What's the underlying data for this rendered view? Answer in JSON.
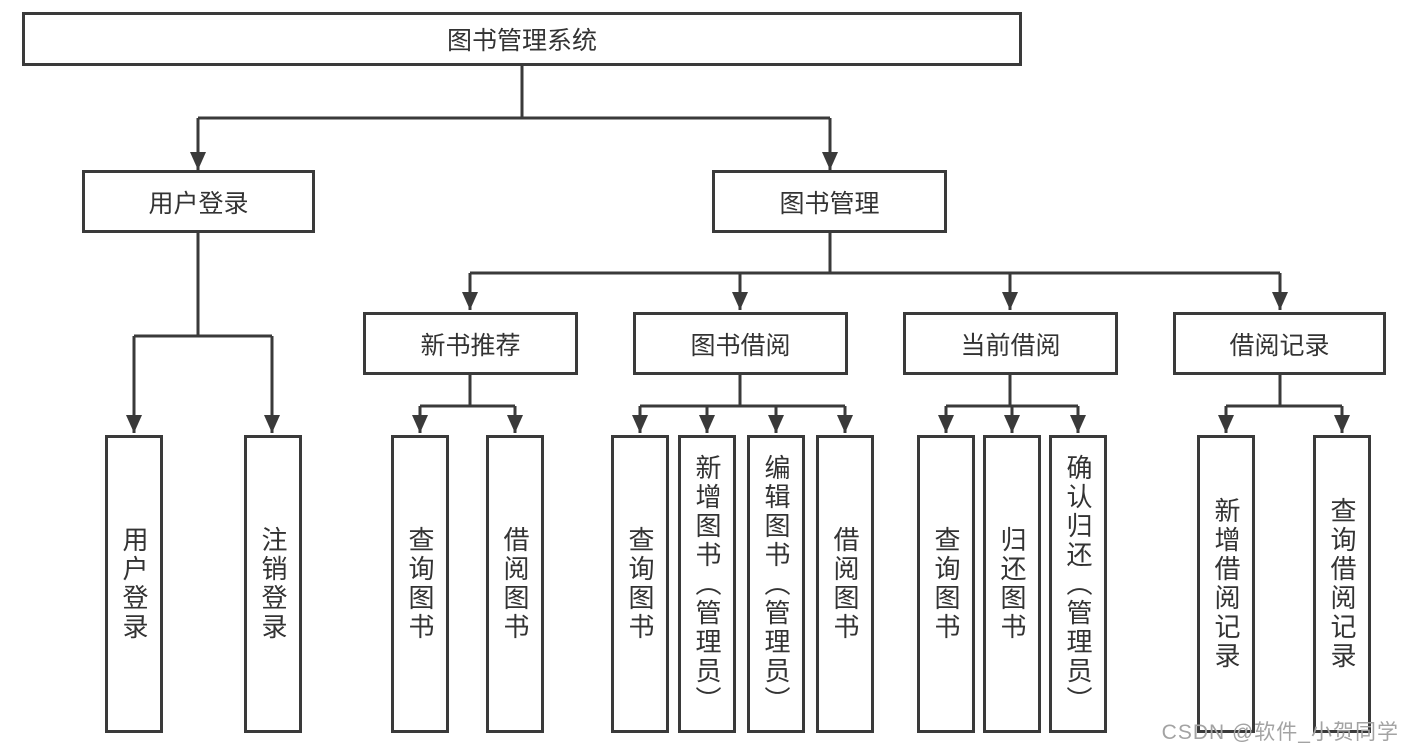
{
  "title": "图书管理系统",
  "tree": {
    "root": {
      "label": "图书管理系统"
    },
    "branches": [
      {
        "label": "用户登录",
        "children": [
          {
            "label": "用户登录"
          },
          {
            "label": "注销登录"
          }
        ]
      },
      {
        "label": "图书管理",
        "children": [
          {
            "label": "新书推荐",
            "children": [
              {
                "label": "查询图书"
              },
              {
                "label": "借阅图书"
              }
            ]
          },
          {
            "label": "图书借阅",
            "children": [
              {
                "label": "查询图书"
              },
              {
                "label": "新增图书（管理员）"
              },
              {
                "label": "编辑图书（管理员）"
              },
              {
                "label": "借阅图书"
              }
            ]
          },
          {
            "label": "当前借阅",
            "children": [
              {
                "label": "查询图书"
              },
              {
                "label": "归还图书"
              },
              {
                "label": "确认归还（管理员）"
              }
            ]
          },
          {
            "label": "借阅记录",
            "children": [
              {
                "label": "新增借阅记录"
              },
              {
                "label": "查询借阅记录"
              }
            ]
          }
        ]
      }
    ]
  },
  "watermark": "CSDN @软件_小贺同学",
  "colors": {
    "line": "#3a3a3a",
    "text": "#333333",
    "background": "#ffffff",
    "watermark": "#a3a3a3"
  }
}
